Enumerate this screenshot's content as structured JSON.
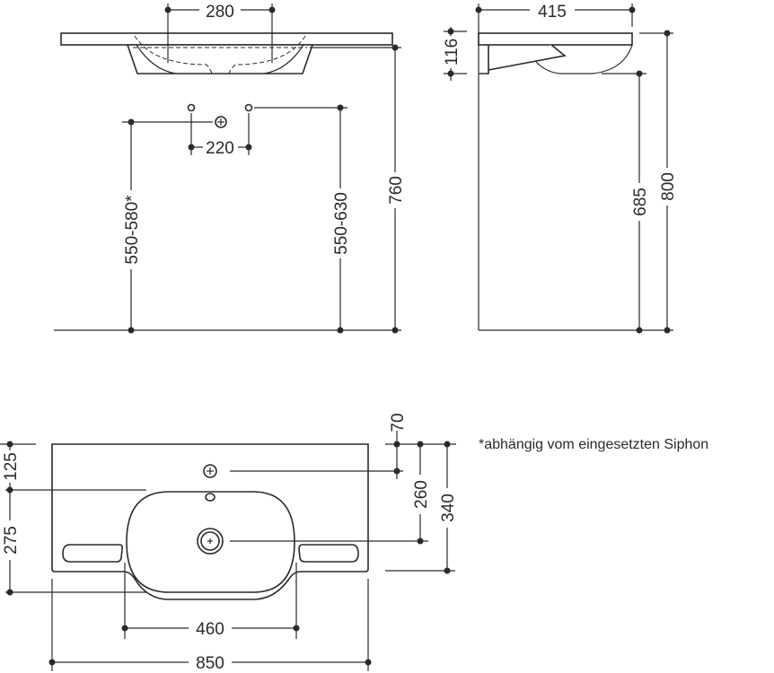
{
  "front_view": {
    "dim_tap_spacing": "280",
    "dim_connection_spacing": "220",
    "dim_siphon_height": "550-580*",
    "dim_water_height": "550-630",
    "dim_rim_height": "760"
  },
  "side_view": {
    "dim_depth": "415",
    "dim_thickness": "116",
    "dim_underside_height": "685",
    "dim_top_height": "800"
  },
  "top_view": {
    "dim_tap_from_back": "125",
    "dim_basin_depth": "275",
    "dim_tap_hole": "70",
    "dim_drain": "260",
    "dim_total_depth": "340",
    "dim_basin_width": "460",
    "dim_total_width": "850"
  },
  "note": "*abhängig vom eingesetzten Siphon"
}
